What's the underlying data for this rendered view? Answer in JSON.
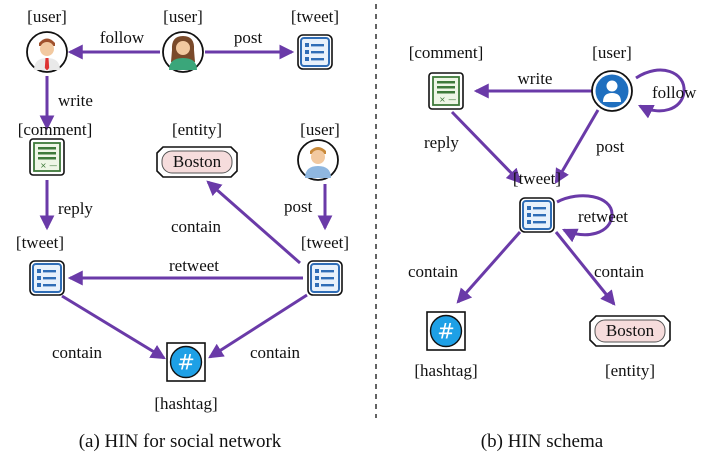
{
  "left": {
    "types": {
      "user1": "[user]",
      "user2": "[user]",
      "user3": "[user]",
      "tweet1": "[tweet]",
      "tweet2": "[tweet]",
      "tweet3": "[tweet]",
      "comment": "[comment]",
      "entity": "[entity]",
      "hashtag": "[hashtag]"
    },
    "entity_text": "Boston",
    "hashtag_symbol": "#",
    "edges": {
      "follow": "follow",
      "post_top": "post",
      "write": "write",
      "reply": "reply",
      "contain_entity": "contain",
      "post_right": "post",
      "retweet": "retweet",
      "contain_left": "contain",
      "contain_right": "contain"
    },
    "caption": "(a) HIN for social network"
  },
  "right": {
    "types": {
      "comment": "[comment]",
      "user": "[user]",
      "tweet": "[tweet]",
      "hashtag": "[hashtag]",
      "entity": "[entity]"
    },
    "entity_text": "Boston",
    "hashtag_symbol": "#",
    "edges": {
      "write": "write",
      "follow": "follow",
      "reply": "reply",
      "post": "post",
      "retweet": "retweet",
      "contain_left": "contain",
      "contain_right": "contain"
    },
    "caption": "(b) HIN schema"
  },
  "colors": {
    "edge": "#6a3aa8",
    "tweet_blue": "#2f6db6",
    "comment_green": "#3e7a3a",
    "hashtag_fill": "#1ea0e6",
    "entity_fill": "#f6dcdc",
    "user_blue": "#1f6fbf"
  }
}
